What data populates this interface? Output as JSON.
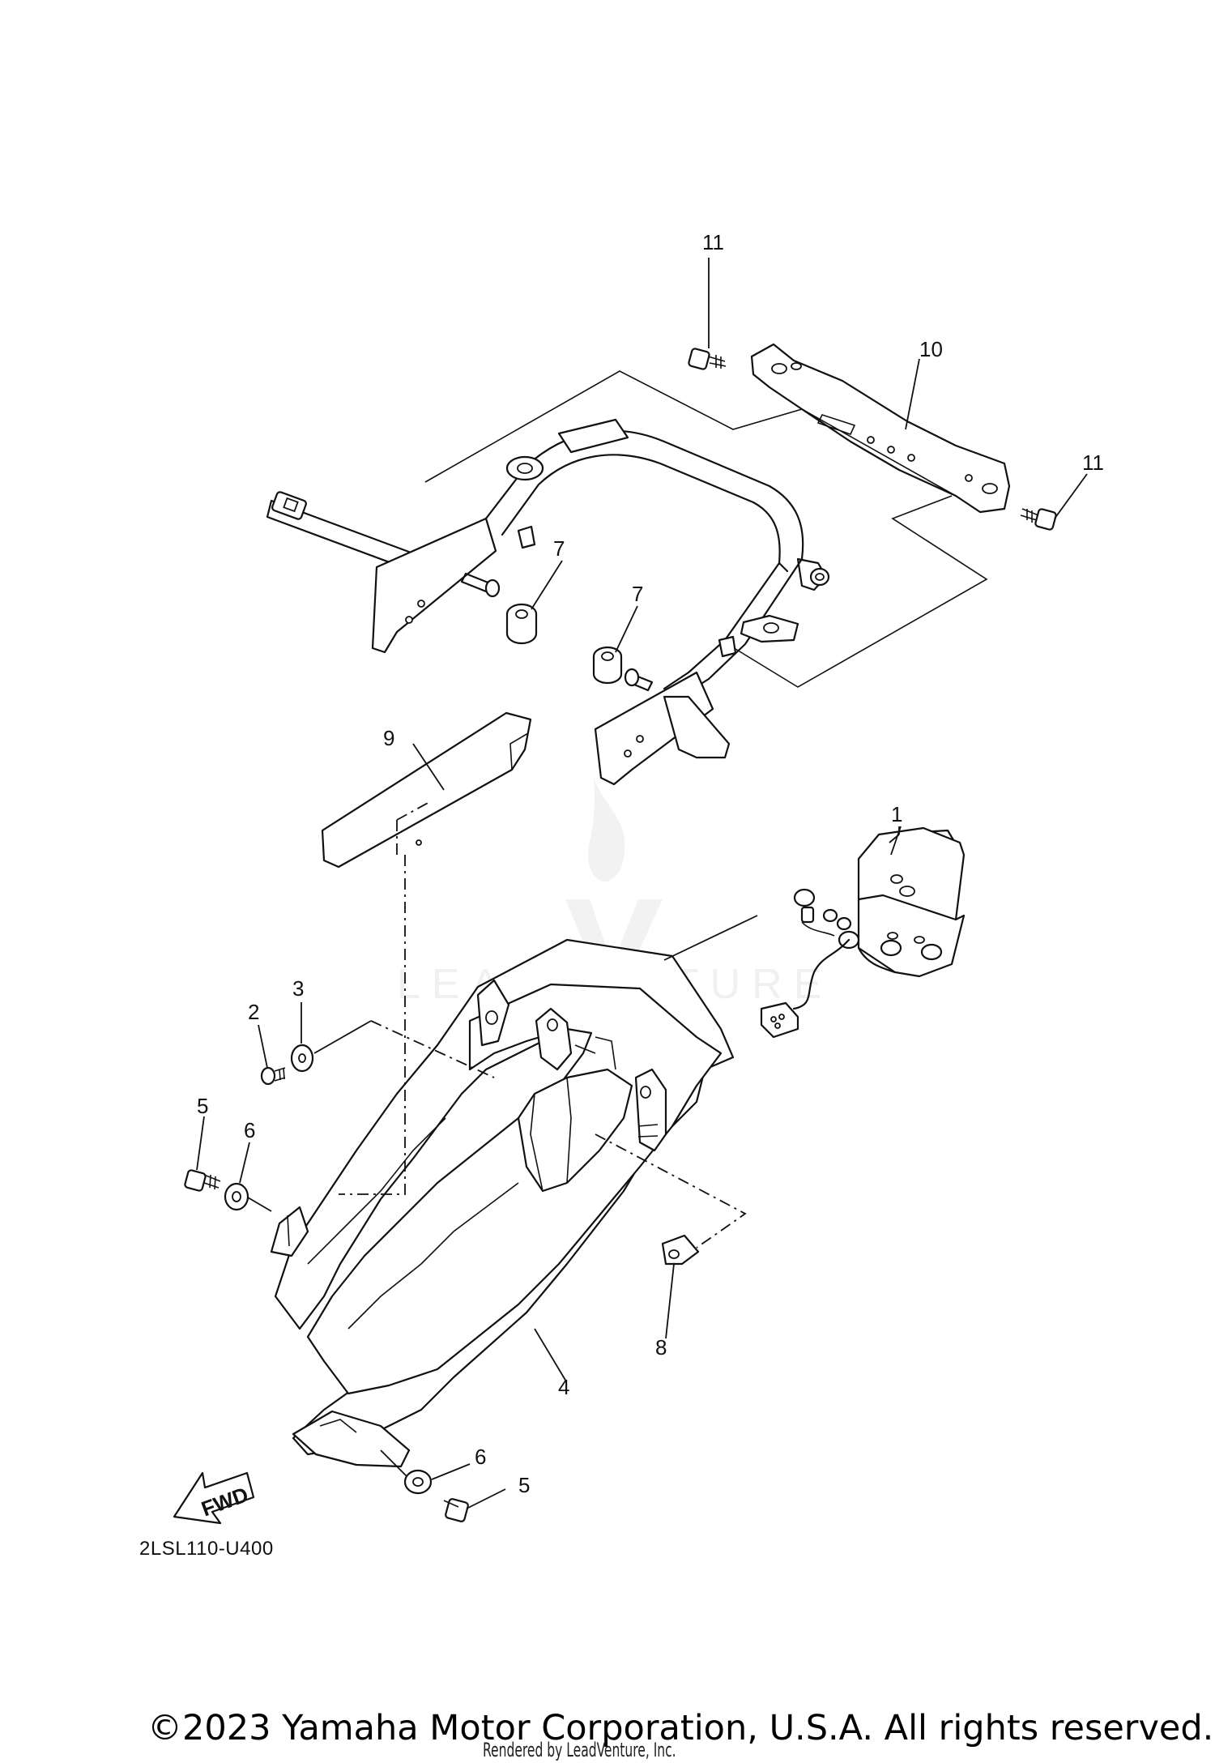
{
  "diagram": {
    "code": "2LSL110-U400",
    "fwd_label": "FWD",
    "callouts": [
      "1",
      "2",
      "3",
      "4",
      "5",
      "5",
      "6",
      "6",
      "7",
      "7",
      "8",
      "9",
      "10",
      "11",
      "11"
    ]
  },
  "watermark": {
    "text": "LEADVENTURE"
  },
  "footer": {
    "copyright": "©2023 Yamaha Motor Corporation, U.S.A. All rights reserved.",
    "render_credit": "Rendered by LeadVenture, Inc."
  }
}
